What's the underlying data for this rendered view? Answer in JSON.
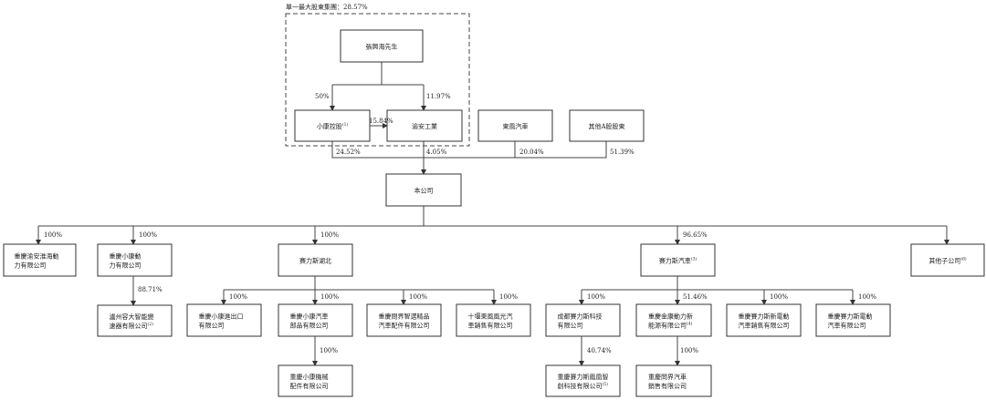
{
  "group_label": "單一最大股東集團：28.57%",
  "entities": {
    "zhang": {
      "lines": [
        "張興海先生"
      ]
    },
    "xiaokang_holding": {
      "lines": [
        "小康控股"
      ],
      "note": "(1)"
    },
    "yuan_industry": {
      "lines": [
        "渝安工業"
      ]
    },
    "dongfeng": {
      "lines": [
        "東風汽車"
      ]
    },
    "other_a": {
      "lines": [
        "其他A股股東"
      ]
    },
    "company": {
      "lines": [
        "本公司"
      ]
    },
    "yuan_huaihai": {
      "lines": [
        "重慶渝安淮海動",
        "力有限公司"
      ]
    },
    "xiaokang_power": {
      "lines": [
        "重慶小康動",
        "力有限公司"
      ]
    },
    "seres_hubei": {
      "lines": [
        "賽力斯湖北"
      ]
    },
    "seres_auto": {
      "lines": [
        "賽力斯汽車"
      ],
      "note": "(3)"
    },
    "other_subs": {
      "lines": [
        "其他子公司"
      ],
      "note": "(6)"
    },
    "luzhou_rongda": {
      "lines": [
        "瀘州容大智能變",
        "速器有限公司"
      ],
      "note": "(2)"
    },
    "xk_import_export": {
      "lines": [
        "重慶小康進出口",
        "有限公司"
      ]
    },
    "xk_auto_parts": {
      "lines": [
        "重慶小康汽車",
        "部品有限公司"
      ]
    },
    "wenjie_parts": {
      "lines": [
        "重慶問界智選精品",
        "汽車配件有限公司"
      ]
    },
    "shiyan_sales": {
      "lines": [
        "十堰東風風光汽",
        "車銷售有限公司"
      ]
    },
    "xk_machinery": {
      "lines": [
        "重慶小康機械",
        "配件有限公司"
      ]
    },
    "chengdu_seres": {
      "lines": [
        "成都賽力斯科技",
        "有限公司"
      ]
    },
    "jinkang_power": {
      "lines": [
        "重慶金康動力新",
        "能源有限公司"
      ],
      "note": "(4)"
    },
    "seres_new_ev_sales": {
      "lines": [
        "重慶賽力斯新電動",
        "汽車銷售有限公司"
      ]
    },
    "seres_ev": {
      "lines": [
        "重慶賽力斯電動",
        "汽車有限公司"
      ]
    },
    "seres_phoenix": {
      "lines": [
        "重慶賽力斯鳳凰智",
        "創科技有限公司"
      ],
      "note": "(5)"
    },
    "wenjie_sales": {
      "lines": [
        "重慶問界汽車",
        "銷售有限公司"
      ]
    }
  },
  "percentages": {
    "zhang_to_xiaokang": "50%",
    "zhang_to_yuan": "11.97%",
    "xiaokang_to_yuan": "15.84%",
    "xiaokang_to_company": "24.52%",
    "yuan_to_company": "4.05%",
    "dongfeng_to_company": "20.04%",
    "other_a_to_company": "51.39%",
    "company_to_yuan_huaihai": "100%",
    "company_to_xiaokang_power": "100%",
    "company_to_seres_hubei": "100%",
    "company_to_seres_auto": "96.65%",
    "xiaokang_power_to_luzhou": "88.71%",
    "hubei_to_import_export": "100%",
    "hubei_to_auto_parts": "100%",
    "hubei_to_wenjie_parts": "100%",
    "hubei_to_shiyan": "100%",
    "auto_parts_to_machinery": "100%",
    "seres_auto_to_chengdu": "100%",
    "seres_auto_to_jinkang": "51.46%",
    "seres_auto_to_new_ev_sales": "100%",
    "seres_auto_to_ev": "100%",
    "chengdu_to_phoenix": "40.74%",
    "jinkang_to_wenjie_sales": "100%"
  }
}
